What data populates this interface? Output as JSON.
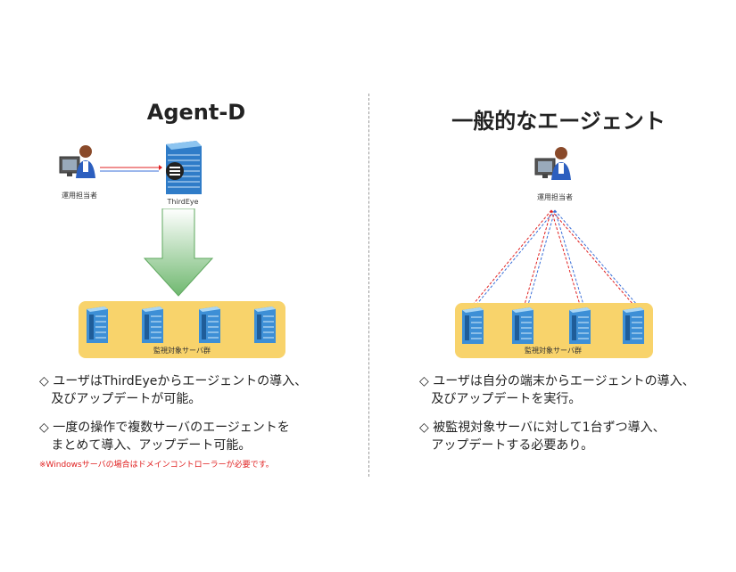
{
  "left": {
    "title": "Agent-D",
    "operator_label": "運用担当者",
    "server_label": "ThirdEye",
    "group_label": "監視対象サーバ群",
    "bullets": [
      "◇ ユーザはThirdEyeからエージェントの導入、\n   及びアップデートが可能。",
      "◇ 一度の操作で複数サーバのエージェントを\n   まとめて導入、アップデート可能。"
    ],
    "note": "※Windowsサーバの場合はドメインコントローラーが必要です。"
  },
  "right": {
    "title": "一般的なエージェント",
    "operator_label": "運用担当者",
    "group_label": "監視対象サーバ群",
    "bullets": [
      "◇ ユーザは自分の端末からエージェントの導入、\n   及びアップデートを実行。",
      "◇ 被監視対象サーバに対して1台ずつ導入、\n   アップデートする必要あり。"
    ]
  },
  "colors": {
    "arrow_green": "#6fb86f",
    "panel_yellow": "#f8d36b",
    "server_blue": "#3d8fd6",
    "line_red": "#e02020",
    "line_blue": "#3a6fd8"
  },
  "icons": [
    "user-at-computer-icon",
    "server-icon",
    "server-rack-icon"
  ]
}
